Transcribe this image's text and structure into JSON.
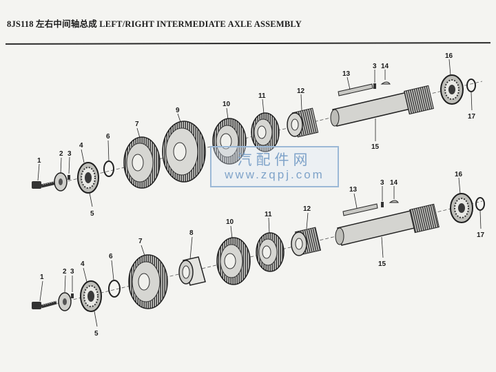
{
  "header": {
    "title": "8JS118 左右中间轴总成 LEFT/RIGHT INTERMEDIATE AXLE ASSEMBLY"
  },
  "watermark": {
    "cn": "汽配件网",
    "url": "www.zqpj.com"
  },
  "assemblies": [
    {
      "name": "upper",
      "labels": [
        "1",
        "2",
        "3",
        "4",
        "5",
        "6",
        "7",
        "9",
        "10",
        "11",
        "12",
        "13",
        "3",
        "14",
        "15",
        "16",
        "17"
      ]
    },
    {
      "name": "lower",
      "labels": [
        "1",
        "2",
        "3",
        "4",
        "5",
        "6",
        "7",
        "8",
        "10",
        "11",
        "12",
        "13",
        "3",
        "14",
        "15",
        "16",
        "17"
      ]
    }
  ],
  "colors": {
    "ink": "#1a1a1a",
    "watermark": "#7fa3c9"
  }
}
